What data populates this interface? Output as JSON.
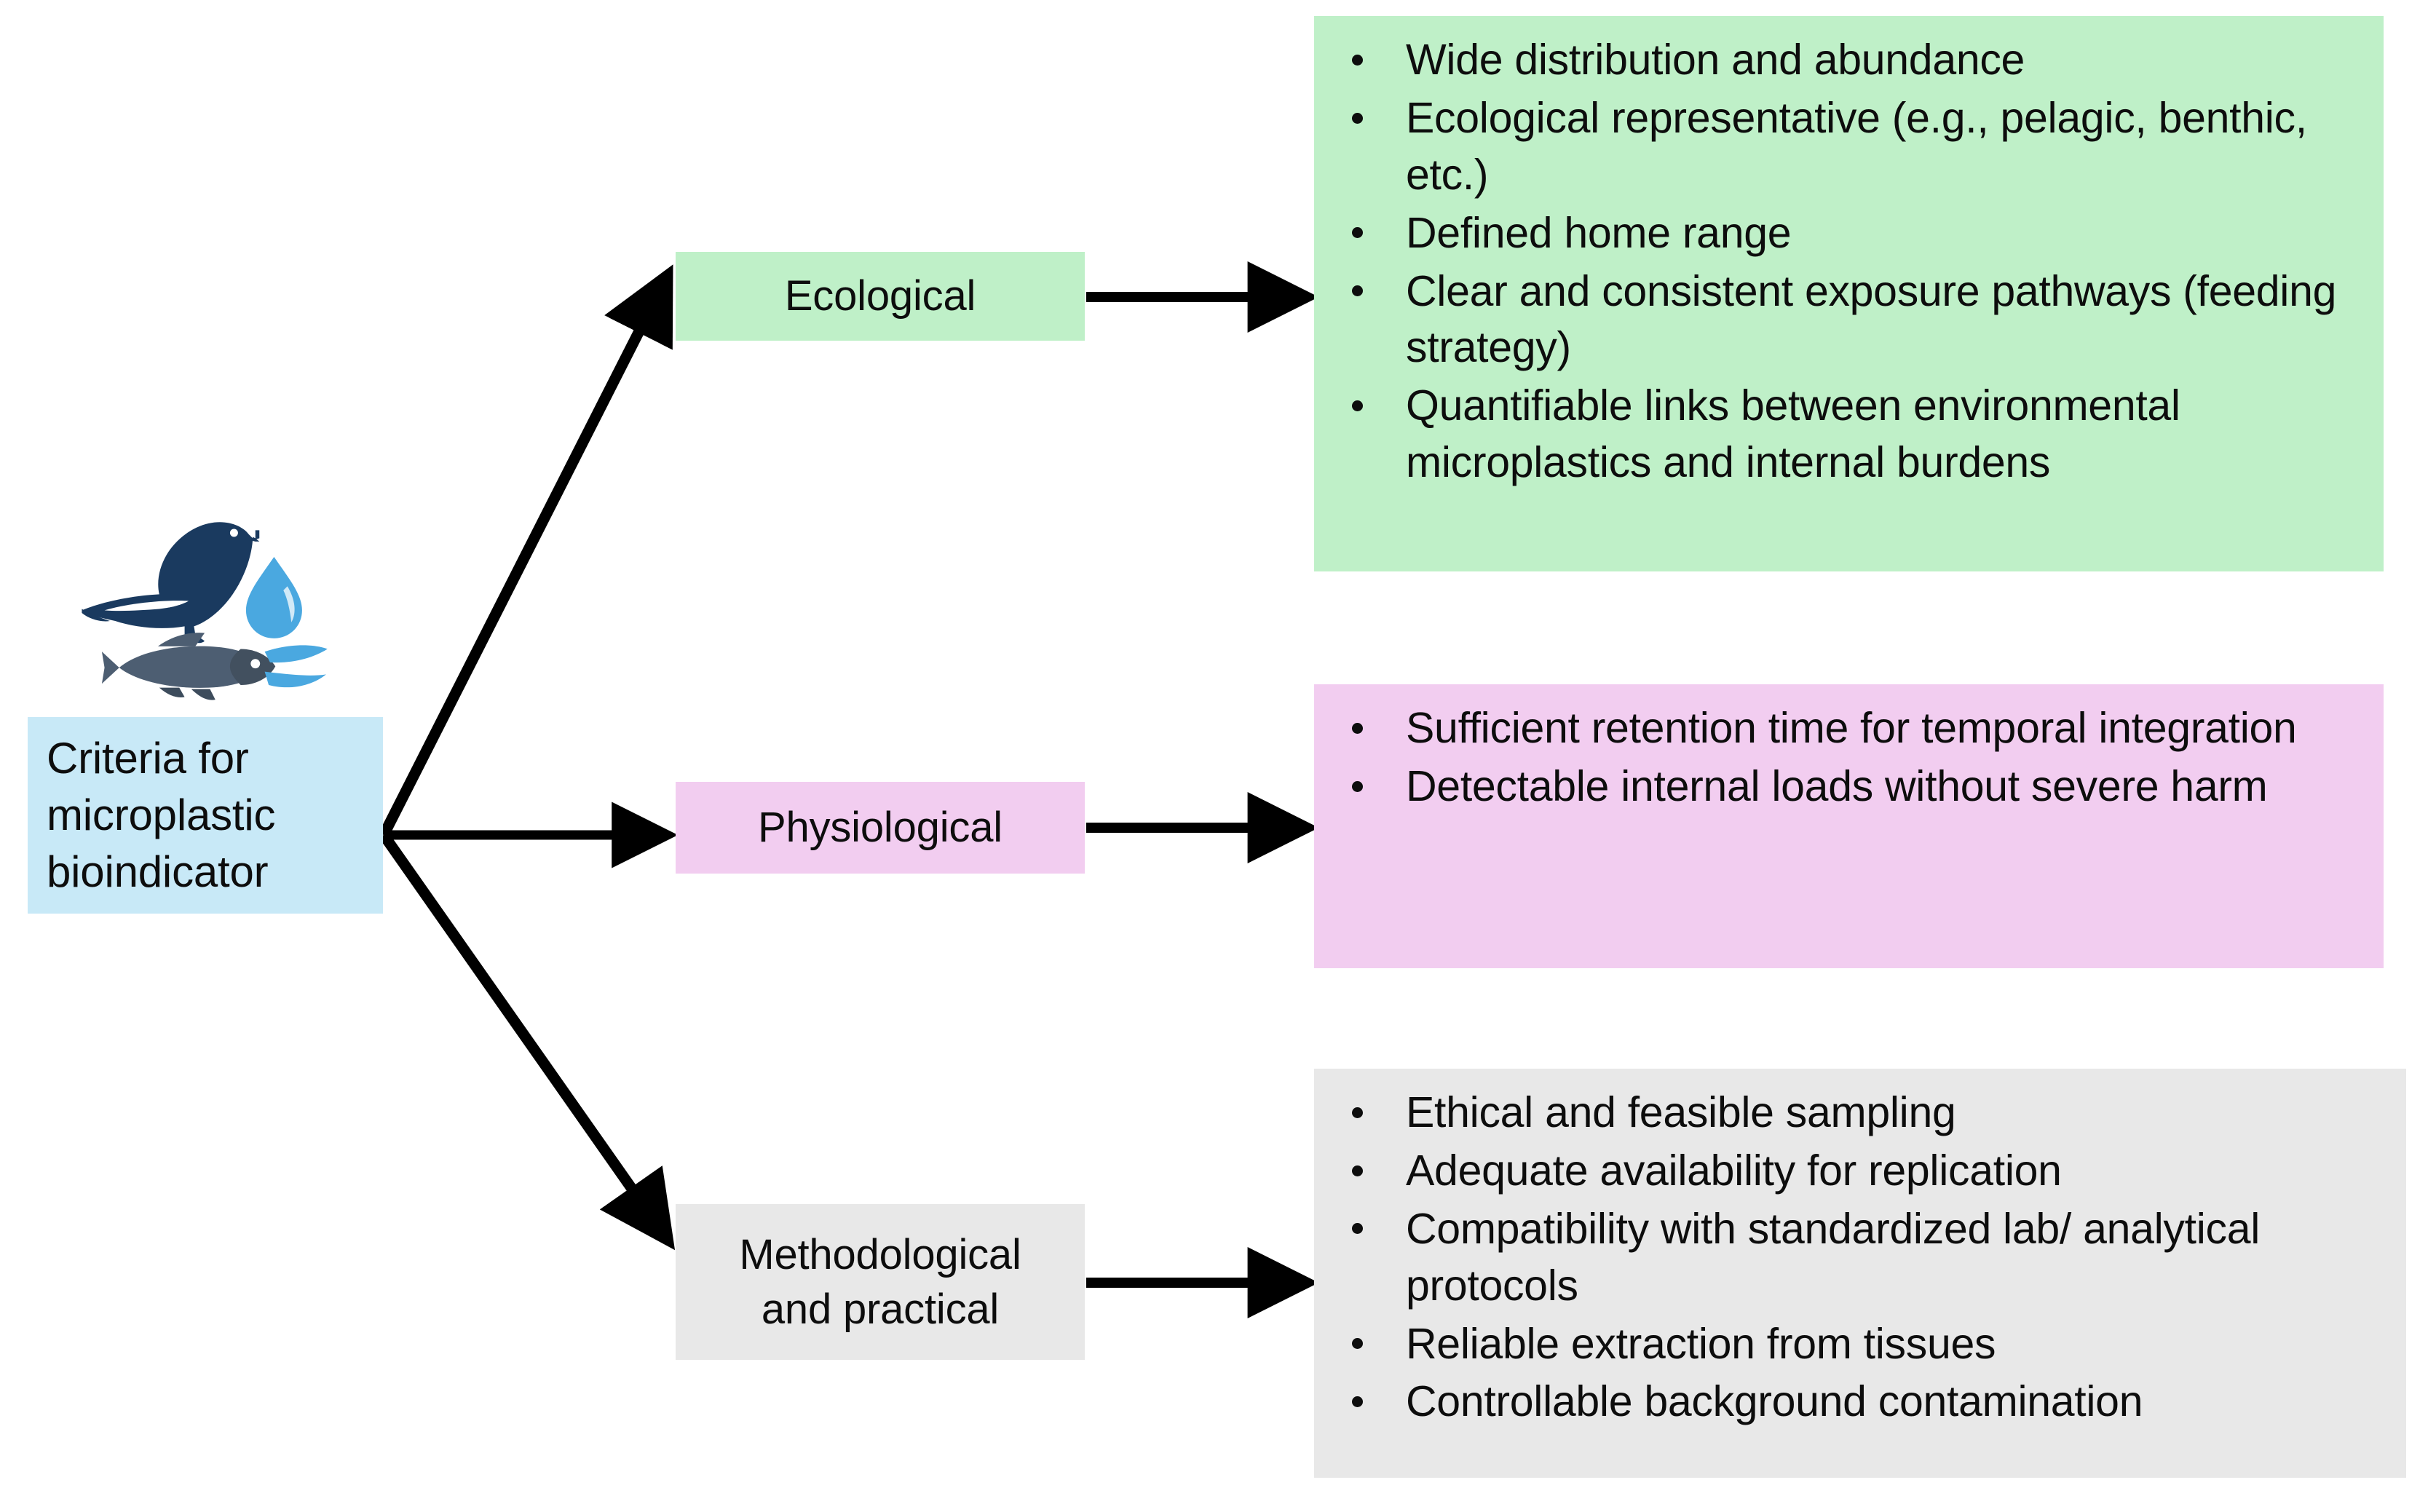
{
  "diagram": {
    "title": "Criteria for microplastic bioindicator",
    "source": {
      "label": "Criteria for\nmicroplastic\nbioindicator",
      "icon_name": "bird-fish-waterdrop-icon",
      "background_color": "#c8e9f7"
    },
    "branches": [
      {
        "id": "ecological",
        "chip_label": "Ecological",
        "chip_color": "#bff0c8",
        "panel_color": "#bff0c8",
        "items": [
          "Wide distribution and abundance",
          "Ecological representative (e.g., pelagic, benthic, etc.)",
          "Defined home range",
          "Clear and consistent exposure pathways (feeding strategy)",
          "Quantifiable links between environmental microplastics and internal burdens"
        ]
      },
      {
        "id": "physiological",
        "chip_label": "Physiological",
        "chip_color": "#f2cdf0",
        "panel_color": "#f2cdf0",
        "items": [
          "Sufficient retention time for temporal integration",
          "Detectable internal loads without severe harm"
        ]
      },
      {
        "id": "methodological",
        "chip_label": "Methodological\nand practical",
        "chip_color": "#e8e8e8",
        "panel_color": "#e8e8e8",
        "items": [
          "Ethical and feasible sampling",
          "Adequate availability for replication",
          "Compatibility with standardized lab/ analytical protocols",
          "Reliable extraction from tissues",
          "Controllable background contamination"
        ]
      }
    ],
    "connector_color": "#000000"
  }
}
